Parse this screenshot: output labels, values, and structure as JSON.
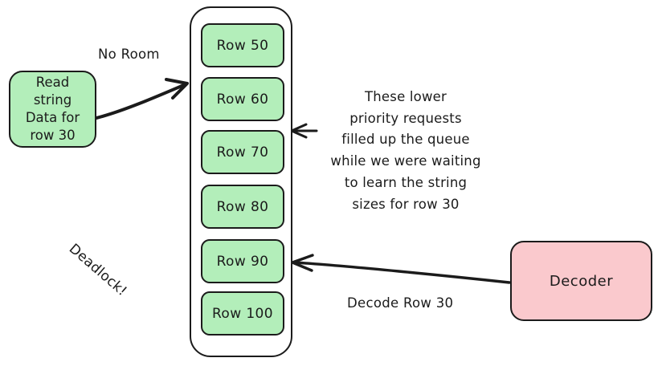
{
  "diagram": {
    "title": "Queue deadlock diagram",
    "colors": {
      "green_fill": "#b3eeba",
      "pink_fill": "#fac9cd",
      "stroke": "#1b1b1b",
      "background": "#ffffff"
    }
  },
  "read_node": {
    "lines": [
      "Read",
      "string",
      "Data for",
      "row 30"
    ],
    "line1": "Read",
    "line2": "string",
    "line3": "Data for",
    "line4": "row 30"
  },
  "queue": {
    "rows": [
      {
        "label": "Row 50"
      },
      {
        "label": "Row 60"
      },
      {
        "label": "Row 70"
      },
      {
        "label": "Row 80"
      },
      {
        "label": "Row 90"
      },
      {
        "label": "Row 100"
      }
    ]
  },
  "decoder_node": {
    "label": "Decoder"
  },
  "labels": {
    "no_room": "No Room",
    "decode_row": "Decode Row 30",
    "deadlock": "Deadlock!"
  },
  "annotation": {
    "lines": [
      "These lower",
      "priority requests",
      "filled up the queue",
      "while we were waiting",
      "to learn the string",
      "sizes for row 30"
    ],
    "line1": "These lower",
    "line2": "priority requests",
    "line3": "filled up the queue",
    "line4": "while we were waiting",
    "line5": "to learn the string",
    "line6": "sizes for row 30"
  }
}
